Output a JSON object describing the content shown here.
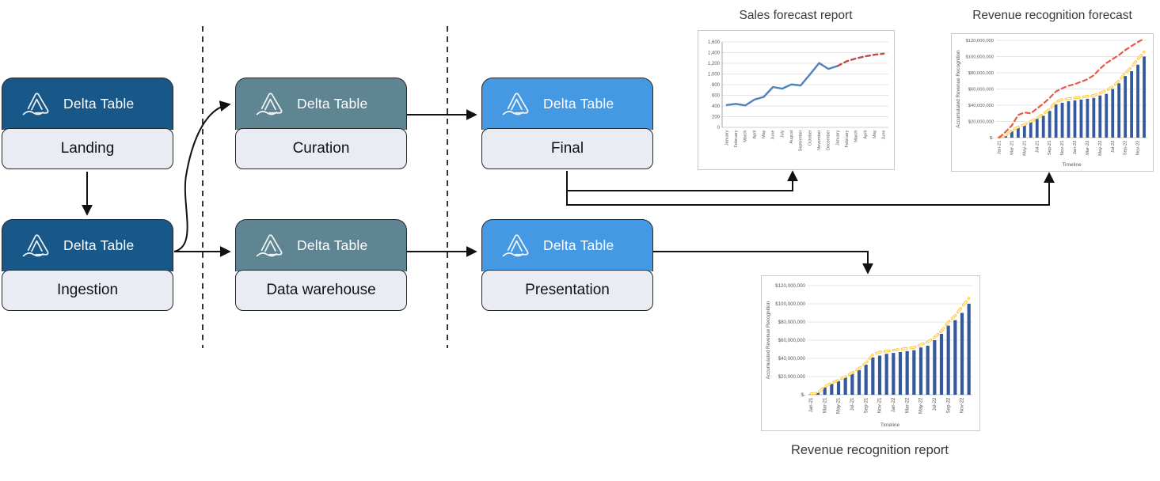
{
  "diagram": {
    "nodes": [
      {
        "id": "landing",
        "product": "Delta Table",
        "label": "Landing",
        "variant": "dark"
      },
      {
        "id": "curation",
        "product": "Delta Table",
        "label": "Curation",
        "variant": "teal"
      },
      {
        "id": "final",
        "product": "Delta Table",
        "label": "Final",
        "variant": "blue"
      },
      {
        "id": "ingestion",
        "product": "Delta Table",
        "label": "Ingestion",
        "variant": "dark"
      },
      {
        "id": "warehouse",
        "product": "Delta Table",
        "label": "Data warehouse",
        "variant": "teal"
      },
      {
        "id": "presentation",
        "product": "Delta Table",
        "label": "Presentation",
        "variant": "blue"
      }
    ]
  },
  "colors": {
    "node_header_dark": "#175889",
    "node_header_teal": "#5F8492",
    "node_header_blue": "#4598E2",
    "node_body": "#E9EDF3",
    "arrow": "#111111",
    "bar_blue": "#35599B",
    "line_blue": "#4F81BD",
    "forecast_red_dark": "#BE4B48",
    "forecast_red": "#E8594C",
    "actual_yellow": "#FFC224"
  },
  "chart_data": [
    {
      "id": "sales_forecast",
      "type": "line",
      "title": "Sales forecast report",
      "title_position": "top",
      "categories": [
        "January",
        "February",
        "March",
        "April",
        "May",
        "June",
        "July",
        "August",
        "September",
        "October",
        "November",
        "December",
        "January",
        "February",
        "March",
        "April",
        "May",
        "June"
      ],
      "x_label_every": 1,
      "ylim": [
        0,
        1600
      ],
      "y_ticks": [
        0,
        200,
        400,
        600,
        800,
        1000,
        1200,
        1400,
        1600
      ],
      "y_tick_labels": [
        "0",
        "200",
        "400",
        "600",
        "800",
        "1,000",
        "1,200",
        "1,400",
        "1,600"
      ],
      "grid": true,
      "legend": "none",
      "series": [
        {
          "name": "Actual sales",
          "type": "line",
          "color": "#4F81BD",
          "dashed": false,
          "width": 2.4,
          "values": [
            420,
            440,
            410,
            520,
            570,
            755,
            725,
            805,
            785,
            990,
            1205,
            1095,
            1150,
            null,
            null,
            null,
            null,
            null
          ]
        },
        {
          "name": "Forecast",
          "type": "line",
          "color": "#BE4B48",
          "dashed": true,
          "width": 2.4,
          "values": [
            null,
            null,
            null,
            null,
            null,
            null,
            null,
            null,
            null,
            null,
            null,
            null,
            1150,
            1240,
            1290,
            1330,
            1360,
            1380
          ]
        }
      ]
    },
    {
      "id": "revenue_forecast",
      "type": "combo",
      "title": "Revenue recognition forecast",
      "title_position": "top",
      "y_title": "Accumulated Revenue Recognition",
      "x_title": "Timeline",
      "unit": "millions USD",
      "categories": [
        "Jan-21",
        "Feb-21",
        "Mar-21",
        "Apr-21",
        "May-21",
        "Jun-21",
        "Jul-21",
        "Aug-21",
        "Sep-21",
        "Oct-21",
        "Nov-21",
        "Dec-21",
        "Jan-22",
        "Feb-22",
        "Mar-22",
        "Apr-22",
        "May-22",
        "Jun-22",
        "Jul-22",
        "Aug-22",
        "Sep-22",
        "Oct-22",
        "Nov-22",
        "Dec-22"
      ],
      "x_label_every": 2,
      "ylim": [
        0,
        120
      ],
      "y_ticks": [
        0,
        20,
        40,
        60,
        80,
        100,
        120
      ],
      "y_tick_labels": [
        "$-",
        "$20,000,000",
        "$40,000,000",
        "$60,000,000",
        "$80,000,000",
        "$100,000,000",
        "$120,000,000"
      ],
      "grid": true,
      "legend": "none",
      "series": [
        {
          "name": "Accumulated revenue recognition",
          "type": "bar",
          "color": "#35599B",
          "values": [
            1,
            2,
            8,
            12,
            15,
            19,
            23,
            27,
            33,
            41,
            43,
            45,
            46,
            47,
            48,
            49,
            52,
            54,
            60,
            67,
            76,
            82,
            90,
            100
          ]
        },
        {
          "name": "Recognized revenue",
          "type": "line",
          "color": "#FFC224",
          "dashed": true,
          "width": 3.2,
          "core": "#FFF6D8",
          "values": [
            1,
            2,
            9,
            13,
            16,
            20,
            24,
            29,
            35,
            44,
            47,
            48,
            49,
            50,
            51,
            52,
            55,
            58,
            63,
            70,
            80,
            87,
            97,
            106
          ]
        },
        {
          "name": "Forecast",
          "type": "line",
          "color": "#E8594C",
          "dashed": true,
          "width": 2.2,
          "values": [
            0,
            7,
            15,
            28,
            31,
            30,
            36,
            42,
            49,
            57,
            61,
            64,
            66,
            69,
            72,
            77,
            85,
            92,
            97,
            102,
            108,
            113,
            118,
            122
          ]
        }
      ]
    },
    {
      "id": "revenue_report",
      "type": "combo",
      "title": "Revenue recognition report",
      "title_position": "bottom",
      "y_title": "Accumulated Revenue Recognition",
      "x_title": "Timeline",
      "unit": "millions USD",
      "categories": [
        "Jan-21",
        "Feb-21",
        "Mar-21",
        "Apr-21",
        "May-21",
        "Jun-21",
        "Jul-21",
        "Aug-21",
        "Sep-21",
        "Oct-21",
        "Nov-21",
        "Dec-21",
        "Jan-22",
        "Feb-22",
        "Mar-22",
        "Apr-22",
        "May-22",
        "Jun-22",
        "Jul-22",
        "Aug-22",
        "Sep-22",
        "Oct-22",
        "Nov-22",
        "Dec-22"
      ],
      "x_label_every": 2,
      "ylim": [
        0,
        120
      ],
      "y_ticks": [
        0,
        20,
        40,
        60,
        80,
        100,
        120
      ],
      "y_tick_labels": [
        "$-",
        "$20,000,000",
        "$40,000,000",
        "$60,000,000",
        "$80,000,000",
        "$100,000,000",
        "$120,000,000"
      ],
      "grid": true,
      "legend": "none",
      "series": [
        {
          "name": "Accumulated revenue recognition",
          "type": "bar",
          "color": "#35599B",
          "values": [
            1,
            2,
            8,
            12,
            15,
            19,
            23,
            27,
            33,
            41,
            43,
            45,
            46,
            47,
            48,
            49,
            52,
            54,
            60,
            67,
            76,
            82,
            90,
            100
          ]
        },
        {
          "name": "Recognized revenue",
          "type": "line",
          "color": "#FFC224",
          "dashed": true,
          "width": 3.2,
          "core": "#FFF6D8",
          "values": [
            1,
            2,
            9,
            13,
            16,
            20,
            24,
            29,
            35,
            44,
            47,
            48,
            49,
            50,
            51,
            52,
            55,
            58,
            63,
            70,
            80,
            87,
            97,
            106
          ]
        }
      ]
    }
  ]
}
